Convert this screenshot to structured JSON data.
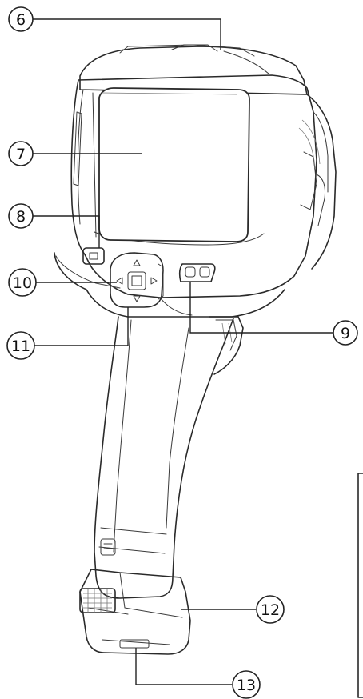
{
  "callouts": [
    {
      "id": "c6",
      "label": "6"
    },
    {
      "id": "c7",
      "label": "7"
    },
    {
      "id": "c8",
      "label": "8"
    },
    {
      "id": "c10",
      "label": "10"
    },
    {
      "id": "c11",
      "label": "11"
    },
    {
      "id": "c9",
      "label": "9"
    },
    {
      "id": "c12",
      "label": "12"
    },
    {
      "id": "c13",
      "label": "13"
    }
  ]
}
